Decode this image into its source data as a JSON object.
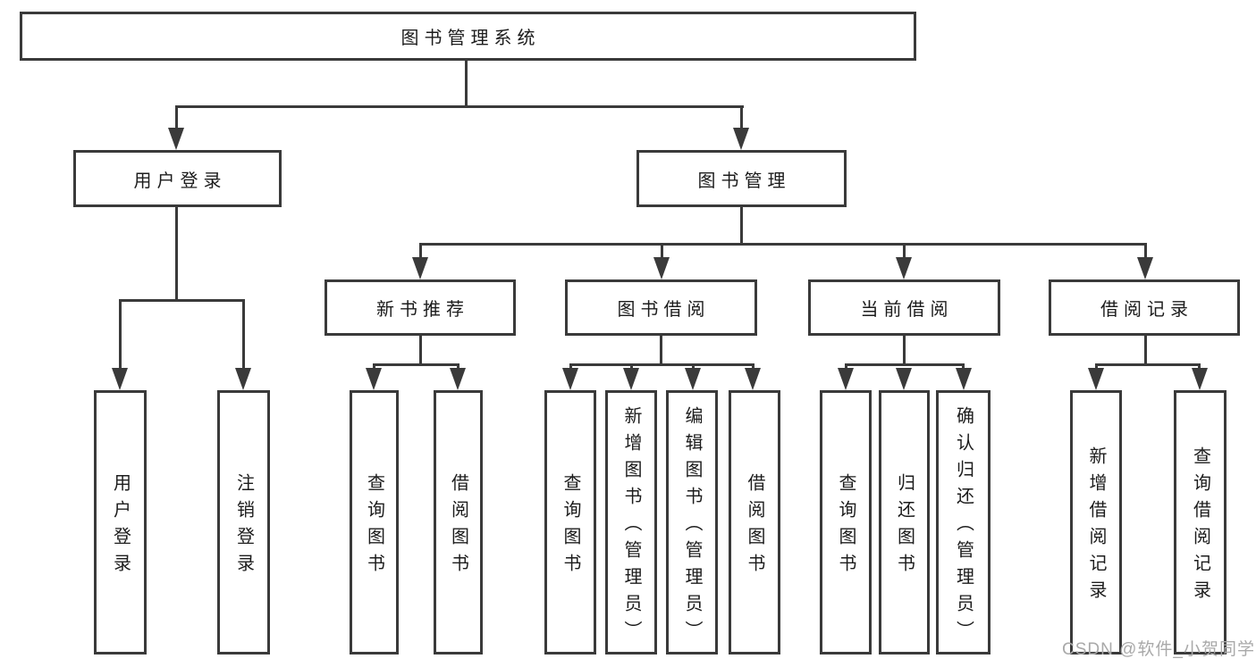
{
  "diagram": {
    "root_label": "图书管理系统",
    "login": {
      "label": "用户登录",
      "children": [
        "用户登录",
        "注销登录"
      ]
    },
    "management": {
      "label": "图书管理"
    },
    "sections": [
      {
        "label": "新书推荐",
        "children": [
          "查询图书",
          "借阅图书"
        ]
      },
      {
        "label": "图书借阅",
        "children": [
          "查询图书",
          "新增图书（管理员）",
          "编辑图书（管理员）",
          "借阅图书"
        ]
      },
      {
        "label": "当前借阅",
        "children": [
          "查询图书",
          "归还图书",
          "确认归还（管理员）"
        ]
      },
      {
        "label": "借阅记录",
        "children": [
          "新增借阅记录",
          "查询借阅记录"
        ]
      }
    ]
  },
  "watermark": "CSDN @软件_小贺同学",
  "colors": {
    "line": "#3a3a3a",
    "text": "#1c1c1c",
    "watermark": "#a9a9a9",
    "background": "#ffffff"
  }
}
